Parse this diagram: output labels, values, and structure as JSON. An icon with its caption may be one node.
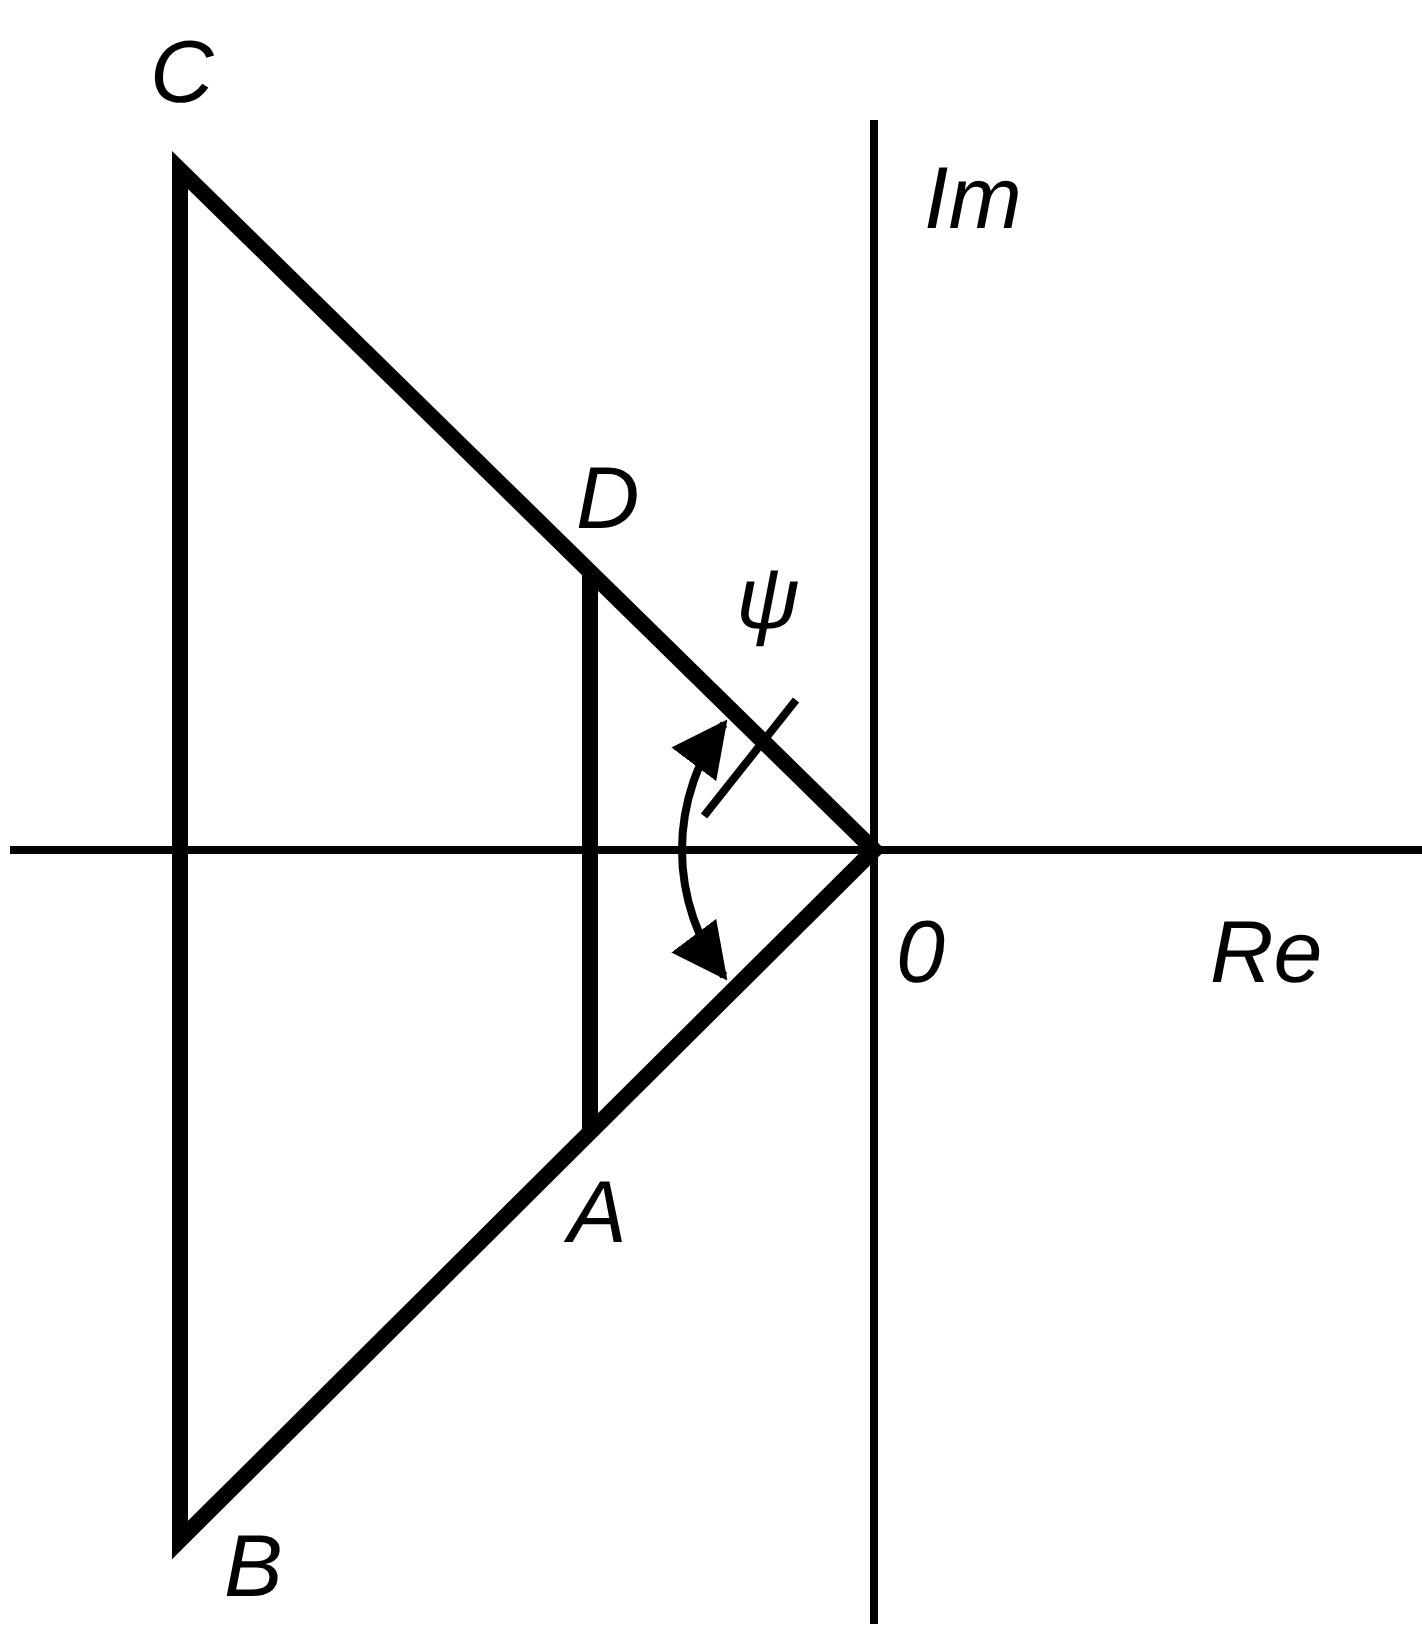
{
  "diagram": {
    "labels": [
      "C",
      "Im",
      "D",
      "ψ",
      "0",
      "Re",
      "A",
      "B"
    ]
  }
}
